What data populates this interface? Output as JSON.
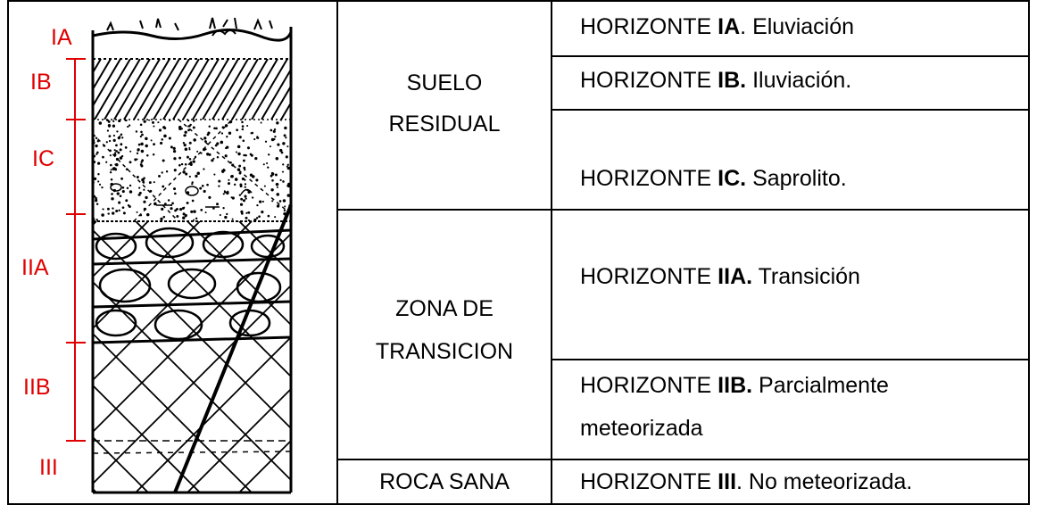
{
  "left_labels": [
    "IA",
    "IB",
    "IC",
    "IIA",
    "IIB",
    "III"
  ],
  "zones": {
    "suelo_residual": [
      "SUELO",
      "RESIDUAL"
    ],
    "zona_transicion": [
      "ZONA DE",
      "TRANSICION"
    ],
    "roca_sana": "ROCA SANA"
  },
  "horizons": [
    {
      "prefix": "HORIZONTE ",
      "code": "IA",
      "desc": ". Eluviación"
    },
    {
      "prefix": "HORIZONTE ",
      "code": "IB.",
      "desc": " Iluviación."
    },
    {
      "prefix": "HORIZONTE ",
      "code": "IC.",
      "desc": " Saprolito."
    },
    {
      "prefix": "HORIZONTE ",
      "code": "IIA.",
      "desc": " Transición"
    },
    {
      "prefix": "HORIZONTE ",
      "code": "IIB.",
      "desc": " Parcialmente",
      "desc2": "meteorizada"
    },
    {
      "prefix": "HORIZONTE ",
      "code": "III",
      "desc": ". No meteorizada."
    }
  ]
}
